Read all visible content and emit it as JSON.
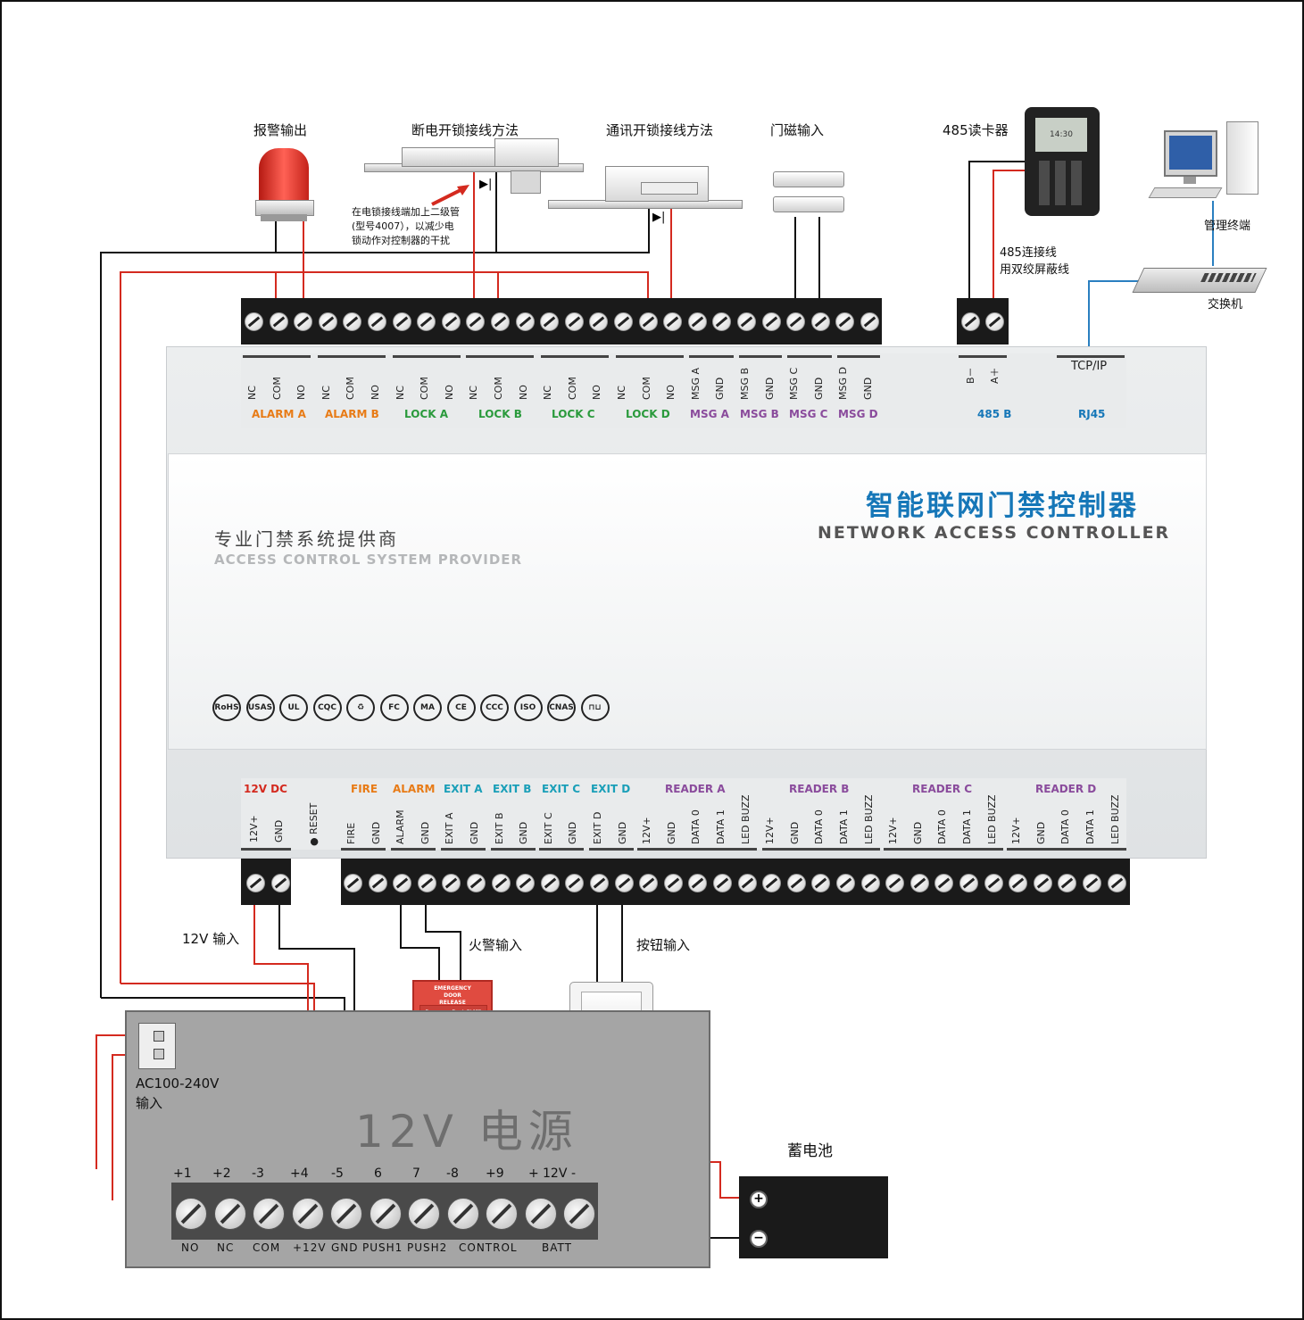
{
  "top_labels": {
    "alarm_output": "报警输出",
    "power_off_lock": "断电开锁接线方法",
    "power_on_lock": "通讯开锁接线方法",
    "door_sensor": "门磁输入",
    "reader_485": "485读卡器",
    "management": "管理终端",
    "switch": "交换机",
    "cable_line1": "485连接线",
    "cable_line2": "用双绞屏蔽线",
    "note_line1": "在电锁接线端加上二级管",
    "note_line2": "(型号4007），以减少电",
    "note_line3": "锁动作对控制器的干扰"
  },
  "top_pins": [
    "NC",
    "COM",
    "NO",
    "NC",
    "COM",
    "NO",
    "NC",
    "COM",
    "NO",
    "NC",
    "COM",
    "NO",
    "NC",
    "COM",
    "NO",
    "NC",
    "COM",
    "NO",
    "MSG A",
    "GND",
    "MSG B",
    "GND",
    "MSG C",
    "GND",
    "MSG D",
    "GND"
  ],
  "rs485_pins": [
    "B－",
    "A＋"
  ],
  "rj45_pin": "TCP/IP",
  "top_groups": [
    {
      "label": "ALARM A",
      "color": "#e87b16"
    },
    {
      "label": "ALARM B",
      "color": "#e87b16"
    },
    {
      "label": "LOCK A",
      "color": "#2a9a3c"
    },
    {
      "label": "LOCK B",
      "color": "#2a9a3c"
    },
    {
      "label": "LOCK C",
      "color": "#2a9a3c"
    },
    {
      "label": "LOCK D",
      "color": "#2a9a3c"
    },
    {
      "label": "MSG A",
      "color": "#8a4b9c"
    },
    {
      "label": "MSG B",
      "color": "#8a4b9c"
    },
    {
      "label": "MSG C",
      "color": "#8a4b9c"
    },
    {
      "label": "MSG D",
      "color": "#8a4b9c"
    },
    {
      "label": "485  B",
      "color": "#1677b8"
    },
    {
      "label": "RJ45",
      "color": "#1677b8"
    }
  ],
  "controller": {
    "title_cn": "智能联网门禁控制器",
    "title_en": "NETWORK ACCESS CONTROLLER",
    "provider_cn": "专业门禁系统提供商",
    "provider_en": "ACCESS CONTROL SYSTEM PROVIDER",
    "certs": [
      "RoHS",
      "USAS",
      "UL",
      "CQC",
      "♻",
      "FC",
      "MA",
      "CE",
      "CCC",
      "ISO",
      "CNAS",
      "⊓⊔"
    ]
  },
  "bottom_groups": [
    {
      "label": "12V DC",
      "color": "#d42a1f"
    },
    {
      "label": "FIRE",
      "color": "#e87b16"
    },
    {
      "label": "ALARM",
      "color": "#e87b16"
    },
    {
      "label": "EXIT A",
      "color": "#1a9fb8"
    },
    {
      "label": "EXIT B",
      "color": "#1a9fb8"
    },
    {
      "label": "EXIT C",
      "color": "#1a9fb8"
    },
    {
      "label": "EXIT D",
      "color": "#1a9fb8"
    },
    {
      "label": "READER A",
      "color": "#8a4b9c"
    },
    {
      "label": "READER B",
      "color": "#8a4b9c"
    },
    {
      "label": "READER C",
      "color": "#8a4b9c"
    },
    {
      "label": "READER D",
      "color": "#8a4b9c"
    }
  ],
  "bottom_pins_power": [
    "12V+",
    "GND"
  ],
  "reset_label": "● RESET",
  "bottom_pins": [
    "FIRE",
    "GND",
    "ALARM",
    "GND",
    "EXIT A",
    "GND",
    "EXIT B",
    "GND",
    "EXIT C",
    "GND",
    "EXIT D",
    "GND",
    "12V+",
    "GND",
    "DATA 0",
    "DATA 1",
    "LED BUZZ",
    "12V+",
    "GND",
    "DATA 0",
    "DATA 1",
    "LED BUZZ",
    "12V+",
    "GND",
    "DATA 0",
    "DATA 1",
    "LED BUZZ",
    "12V+",
    "GND",
    "DATA 0",
    "DATA 1",
    "LED BUZZ"
  ],
  "lower_labels": {
    "input_12v": "12V 输入",
    "fire_input": "火警输入",
    "button_input": "按钮输入",
    "battery": "蓄电池",
    "ac_input_line1": "AC100-240V",
    "ac_input_line2": "输入",
    "emergency_line1": "EMERGENCY",
    "emergency_line2": "DOOR RELEASE",
    "emergency_line3": "Emergency Break GLASS"
  },
  "psu": {
    "title": "12V 电源",
    "numbers": [
      "+1",
      "+2",
      "-3",
      "+4",
      "-5",
      "6",
      "7",
      "-8",
      "+9",
      "+",
      "12V",
      "-"
    ],
    "bottom_labels": [
      "NO",
      "NC",
      "COM",
      "+12V",
      "GND",
      "PUSH1",
      "PUSH2",
      "CONTROL",
      "BATT"
    ]
  },
  "battery_terminals": [
    "+",
    "−"
  ],
  "reader_screen": "14:30",
  "colors": {
    "wire_red": "#d42a1f",
    "wire_black": "#111111",
    "wire_blue": "#2a7fc0"
  }
}
